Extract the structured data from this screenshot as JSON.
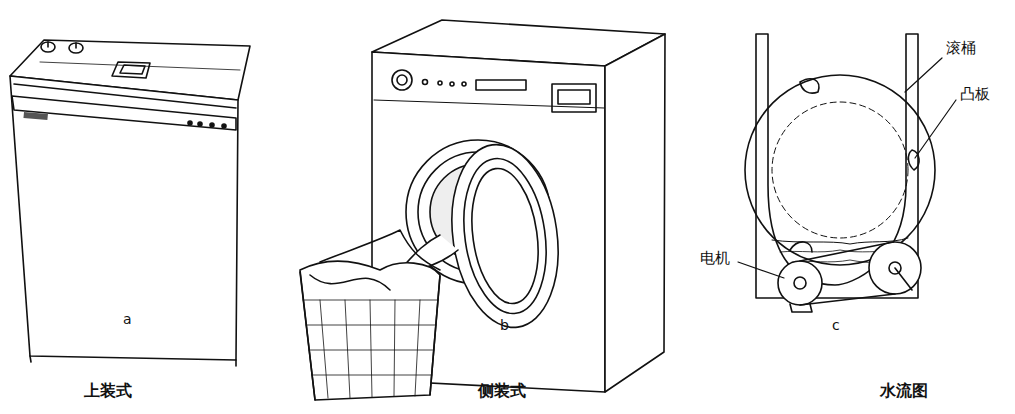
{
  "diagram": {
    "labels": [
      "滚桶",
      "凸板",
      "电机",
      "a",
      "b",
      "c",
      "上装式",
      "侧装式",
      "水流图"
    ]
  }
}
